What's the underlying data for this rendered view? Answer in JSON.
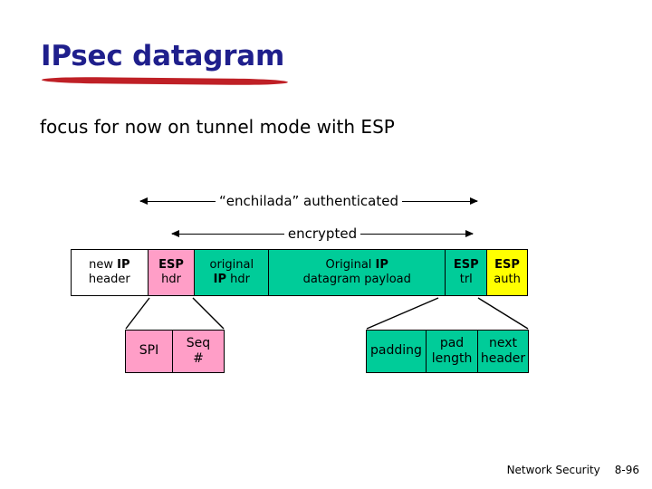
{
  "slide": {
    "title": "IPsec datagram",
    "subtitle": "focus for now on tunnel mode with ESP",
    "title_color": "#1f1f8c",
    "underline_color": "#bf2026"
  },
  "annotations": {
    "authenticated_label": "“enchilada” authenticated",
    "encrypted_label": "encrypted"
  },
  "colors": {
    "white": "#ffffff",
    "pink": "#ff9ec7",
    "green": "#00cc99",
    "yellow": "#ffff00",
    "outline": "#000000"
  },
  "datagram": {
    "fields": [
      {
        "line1": "new ",
        "bold1": "IP",
        "line2": "header",
        "fill": "white"
      },
      {
        "line1": "ESP",
        "line2": "hdr",
        "fill": "pink"
      },
      {
        "line1": "original",
        "line2_bold": "IP",
        "line2": " hdr",
        "fill": "green"
      },
      {
        "line1": "Original ",
        "bold1": "IP",
        "line2": "datagram payload",
        "fill": "green"
      },
      {
        "line1": "ESP",
        "line2": "trl",
        "fill": "green"
      },
      {
        "line1": "ESP",
        "line2": "auth",
        "fill": "yellow"
      }
    ]
  },
  "esp_header_detail": {
    "fields": [
      {
        "line1": "SPI",
        "line2": "",
        "fill": "pink"
      },
      {
        "line1": "Seq",
        "line2": "#",
        "fill": "pink"
      }
    ]
  },
  "esp_trailer_detail": {
    "fields": [
      {
        "line1": "padding",
        "line2": "",
        "fill": "green"
      },
      {
        "line1": "pad",
        "line2": "length",
        "fill": "green"
      },
      {
        "line1": "next",
        "line2": "header",
        "fill": "green"
      }
    ]
  },
  "footer": {
    "course": "Network Security",
    "page": "8-96"
  }
}
